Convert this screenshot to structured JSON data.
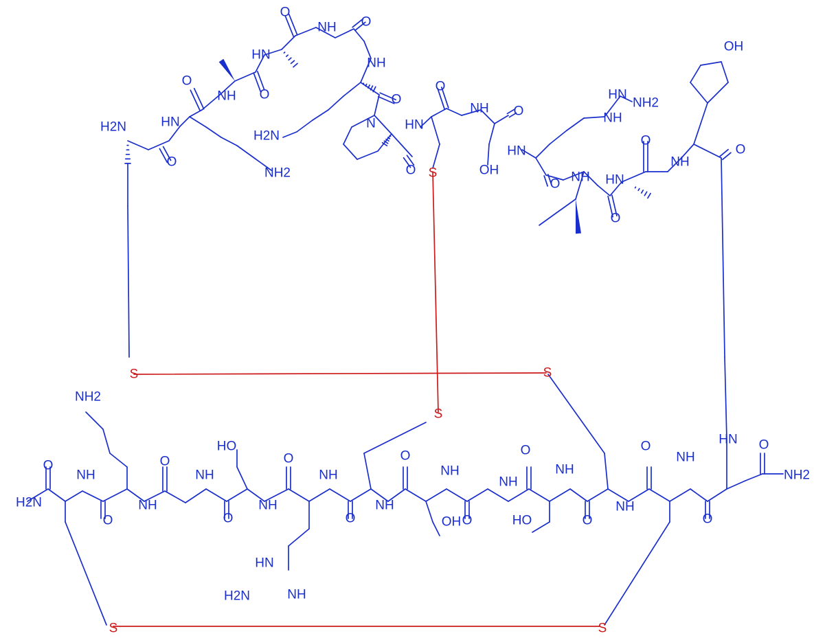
{
  "colors": {
    "backbone": "#1a2ecc",
    "disulfide": "#cc1a1a"
  },
  "labels": {
    "nh2_t": "H2N",
    "nh": "NH",
    "hn": "HN",
    "o": "O",
    "n": "N",
    "h": "H",
    "s": "S",
    "oh": "OH",
    "ho": "HO",
    "nh2": "NH2",
    "h2n": "H2N",
    "hnimine": "HN",
    "nhimine": "NH"
  }
}
